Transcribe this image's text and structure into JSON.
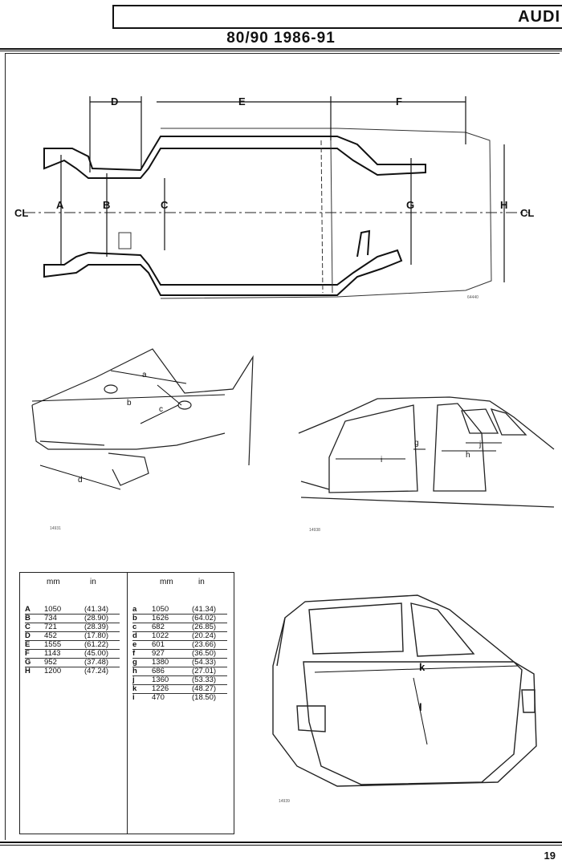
{
  "header": {
    "brand": "AUDI",
    "subtitle": "80/90 1986-91"
  },
  "page_number": "19",
  "diagram1": {
    "letters": {
      "A": "A",
      "B": "B",
      "C": "C",
      "D": "D",
      "E": "E",
      "F": "F",
      "G": "G",
      "H": "H"
    },
    "centerline": "CL",
    "ref": "64440"
  },
  "diagram2": {
    "labels": [
      "a",
      "b",
      "c",
      "d"
    ],
    "ref": "14931"
  },
  "diagram3": {
    "labels": [
      "g",
      "i",
      "h",
      "j"
    ],
    "ref": "14938"
  },
  "diagram4": {
    "labels": [
      "k",
      "l"
    ],
    "ref": "14939"
  },
  "table": {
    "col_mm": "mm",
    "col_in": "in",
    "left": [
      {
        "k": "A",
        "mm": "1050",
        "in": "(41.34)"
      },
      {
        "k": "B",
        "mm": "734",
        "in": "(28.90)"
      },
      {
        "k": "C",
        "mm": "721",
        "in": "(28.39)"
      },
      {
        "k": "D",
        "mm": "452",
        "in": "(17.80)"
      },
      {
        "k": "E",
        "mm": "1555",
        "in": "(61.22)"
      },
      {
        "k": "F",
        "mm": "1143",
        "in": "(45.00)"
      },
      {
        "k": "G",
        "mm": "952",
        "in": "(37.48)"
      },
      {
        "k": "H",
        "mm": "1200",
        "in": "(47.24)"
      }
    ],
    "right": [
      {
        "k": "a",
        "mm": "1050",
        "in": "(41.34)"
      },
      {
        "k": "b",
        "mm": "1626",
        "in": "(64.02)"
      },
      {
        "k": "c",
        "mm": "682",
        "in": "(26.85)"
      },
      {
        "k": "d",
        "mm": "1022",
        "in": "(20.24)"
      },
      {
        "k": "e",
        "mm": "601",
        "in": "(23.66)"
      },
      {
        "k": "f",
        "mm": "927",
        "in": "(36.50)"
      },
      {
        "k": "g",
        "mm": "1380",
        "in": "(54.33)"
      },
      {
        "k": "h",
        "mm": "686",
        "in": "(27.01)"
      },
      {
        "k": "j",
        "mm": "1360",
        "in": "(53.33)"
      },
      {
        "k": "k",
        "mm": "1226",
        "in": "(48.27)"
      },
      {
        "k": "i",
        "mm": "470",
        "in": "(18.50)"
      }
    ]
  }
}
